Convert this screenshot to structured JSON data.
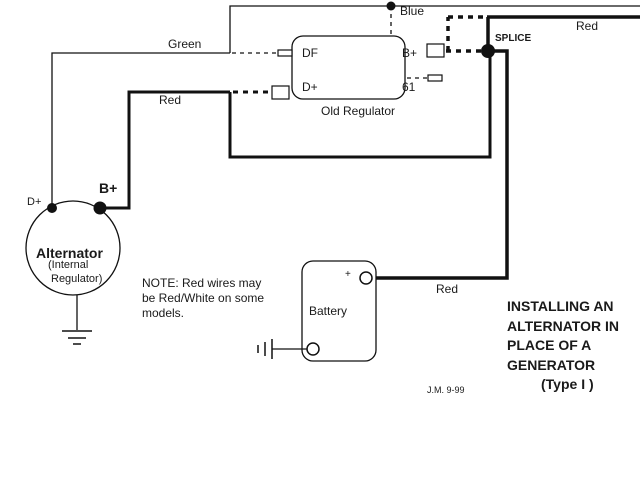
{
  "diagram": {
    "title_lines": [
      "INSTALLING AN",
      "ALTERNATOR  IN",
      "PLACE OF A",
      "GENERATOR",
      "(Type  I )"
    ],
    "credit": "J.M.  9-99",
    "note_lines": [
      "NOTE: Red wires may",
      "be Red/White on some",
      "models."
    ],
    "components": {
      "alternator": {
        "label": "Alternator",
        "sublabel_1": "(Internal",
        "sublabel_2": "Regulator)",
        "terminal_dplus": "D+",
        "terminal_bplus": "B+"
      },
      "regulator": {
        "label": "Old Regulator",
        "terminals": {
          "df": "DF",
          "dplus": "D+",
          "bplus": "B+",
          "t61": "61"
        }
      },
      "battery": {
        "label": "Battery",
        "positive": "+"
      },
      "splice": {
        "label": "SPLICE"
      }
    },
    "wires": {
      "green": "Green",
      "blue": "Blue",
      "red_top": "Red",
      "red_alt": "Red",
      "red_batt": "Red"
    }
  }
}
